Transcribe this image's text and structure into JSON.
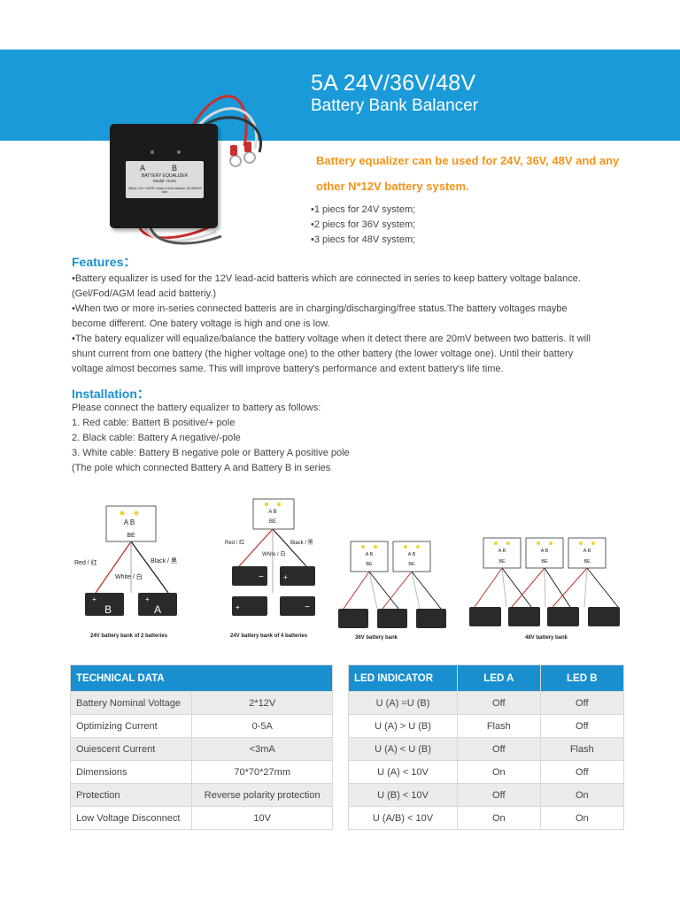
{
  "header": {
    "title": "5A 24V/36V/48V",
    "subtitle": "Battery Bank Balancer"
  },
  "product_label": {
    "ab": "A B",
    "line1": "BATTERY EQUALIZER",
    "line2": "Model: HA01",
    "line3": "SN(ill); 24V+ MATE; made of bob balance, BLUEENS 16m"
  },
  "intro": {
    "highlight_line1": "Battery equalizer can be used for 24V, 36V, 48V and any",
    "highlight_line2": "other N*12V battery system.",
    "bullets": [
      "•1 piecs for 24V system;",
      "•2 piecs for 36V system;",
      "•3 piecs for 48V system;"
    ]
  },
  "features": {
    "heading": "Features：",
    "lines": [
      "•Battery equalizer is used for the 12V lead-acid batteris which are connected in series to keep battery voltage balance.",
      "(Gel/Fod/AGM lead acid batteriy.)",
      "•When two or more in-series connected batteris are in charging/discharging/free status.The battery voltages maybe",
      "become different. One batery voltage is high and one is low.",
      "•The batery equalizer will equalize/balance the battery voltage when it detect there are 20mV between two batteris. It will",
      "shunt current from one battery (the higher voltage one) to the other battery (the lower voltage one). Until their battery",
      "voltage almost becomes same. This will improve battery's performance and extent battery's life time."
    ]
  },
  "installation": {
    "heading": "Installation：",
    "lines": [
      "Please connect the battery equalizer to battery as follows:",
      "1. Red cable: Battert B positive/+ pole",
      "2. Black cable: Battery A negative/-pole",
      "3. White cable: Battery B negative pole or Battery A positive pole",
      "(The pole which connected Battery A and Battery B in series"
    ]
  },
  "diagrams": {
    "ab": "A  B",
    "be": "BE",
    "red": "Red / 红",
    "black": "Black / 黑",
    "white": "White / 白",
    "bat_b": "B",
    "bat_a": "A",
    "plus": "+",
    "minus": "−",
    "captions": [
      "24V battery bank of 2 batteries",
      "24V battery bank of 4 batteries",
      "36V battery bank",
      "48V battery bank"
    ]
  },
  "technical_data": {
    "header": "TECHNICAL DATA",
    "rows": [
      {
        "label": "Battery Nominal Voltage",
        "value": "2*12V"
      },
      {
        "label": "Optimizing Current",
        "value": "0-5A"
      },
      {
        "label": "Ouiescent Current",
        "value": "<3mA"
      },
      {
        "label": "Dimensions",
        "value": "70*70*27mm"
      },
      {
        "label": "Protection",
        "value": "Reverse polarity protection"
      },
      {
        "label": "Low Voltage Disconnect",
        "value": "10V"
      }
    ]
  },
  "led_indicator": {
    "headers": [
      "LED INDICATOR",
      "LED  A",
      "LED  B"
    ],
    "rows": [
      {
        "cond": "U (A)  =U (B)",
        "a": "Off",
        "b": "Off"
      },
      {
        "cond": "U (A) > U (B)",
        "a": "Flash",
        "b": "Off"
      },
      {
        "cond": "U (A) < U (B)",
        "a": "Off",
        "b": "Flash"
      },
      {
        "cond": "U (A) < 10V",
        "a": "On",
        "b": "Off"
      },
      {
        "cond": "U (B) < 10V",
        "a": "Off",
        "b": "On"
      },
      {
        "cond": "U (A/B) < 10V",
        "a": "On",
        "b": "On"
      }
    ]
  },
  "colors": {
    "brand_blue": "#1a9ad8",
    "highlight_orange": "#f39418",
    "row_gray": "#ebebeb"
  }
}
